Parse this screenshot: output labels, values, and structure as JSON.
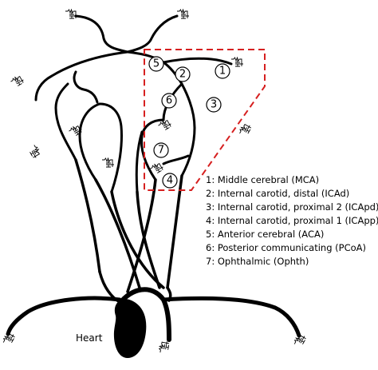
{
  "numbers": [
    "1",
    "2",
    "3",
    "4",
    "5",
    "6",
    "7"
  ],
  "legend": [
    "1: Middle cerebral (MCA)",
    "2: Internal carotid, distal (ICAd)",
    "3: Internal carotid, proximal 2 (ICApd)",
    "4: Internal carotid, proximal 1 (ICApp)",
    "5: Anterior cerebral (ACA)",
    "6: Posterior communicating (PCoA)",
    "7: Ophthalmic (Ophth)"
  ],
  "heart_label": "Heart",
  "colors": {
    "vessel": "#000000",
    "highlight_box": "#d62020"
  },
  "icons": {
    "terminal": "windkessel-terminal-icon"
  }
}
